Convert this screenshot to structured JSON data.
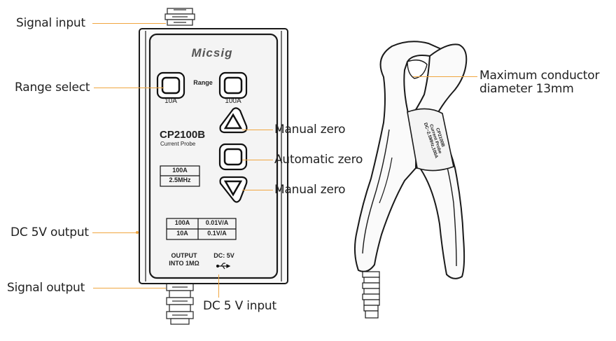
{
  "callouts": {
    "signal_input": "Signal input",
    "range_select": "Range select",
    "dc5v_output": "DC 5V output",
    "signal_output": "Signal output",
    "manual_zero_top": "Manual zero",
    "automatic_zero": "Automatic zero",
    "manual_zero_bottom": "Manual zero",
    "dc5v_input": "DC 5 V input",
    "max_conductor_line1": "Maximum conductor",
    "max_conductor_line2": "diameter 13mm"
  },
  "device": {
    "brand": "Micsig",
    "range_label": "Range",
    "btn_left_label": "10A",
    "btn_right_label": "100A",
    "model": "CP2100B",
    "model_sub": "Current Probe",
    "spec_box": [
      "100A",
      "2.5MHz"
    ],
    "ratio_table": [
      [
        "100A",
        "0.01V/A"
      ],
      [
        "10A",
        "0.1V/A"
      ]
    ],
    "output_label_1": "OUTPUT",
    "output_label_2": "INTO 1MΩ",
    "dc_label": "DC: 5V"
  },
  "clamp": {
    "label_lines": [
      "CP2100B",
      "Current Probe",
      "DC~2.5MHz,100A"
    ]
  },
  "colors": {
    "leader": "#f0a640",
    "outline": "#1a1a1a",
    "body_fill": "#f7f7f7"
  }
}
